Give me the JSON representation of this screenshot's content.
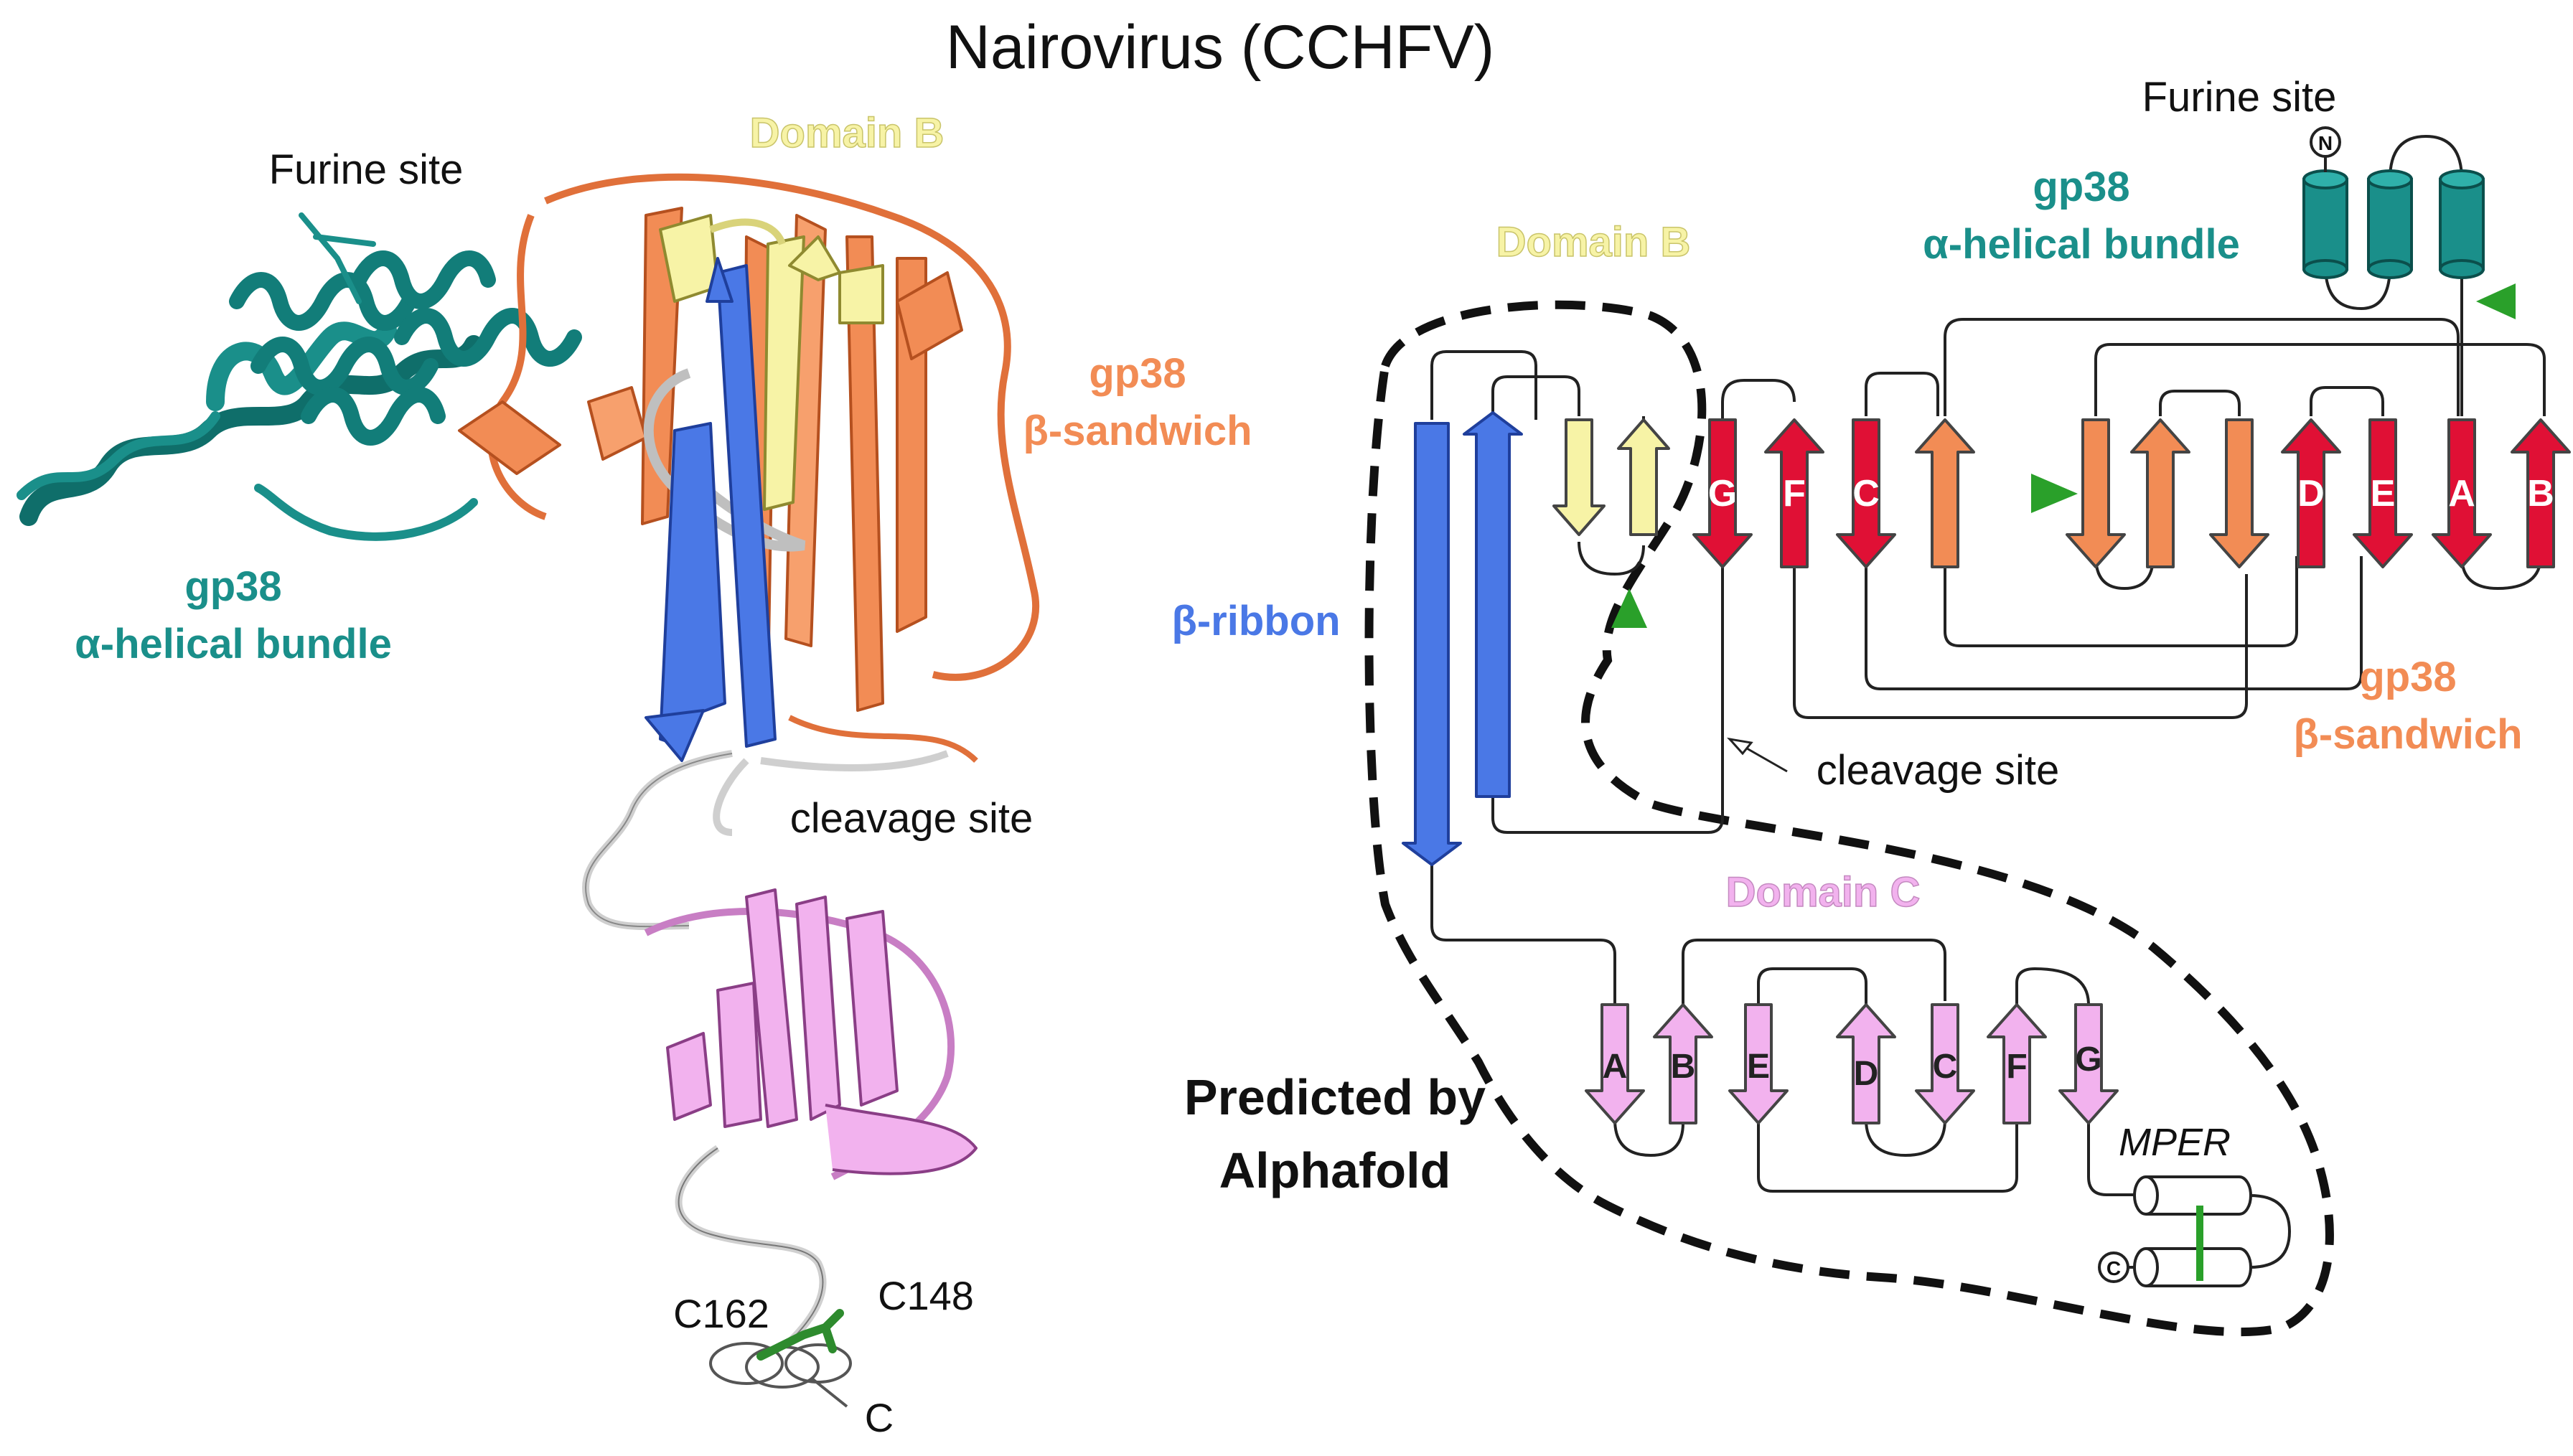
{
  "title": "Nairovirus (CCHFV)",
  "colors": {
    "teal": "#1a8f8a",
    "orange": "#f28c55",
    "yellow": "#f7f3a6",
    "blue": "#4a78e6",
    "red": "#e01035",
    "pink": "#f2b2ee",
    "white_coil": "#e6e6e6",
    "green_marker": "#2aa02a",
    "disulfide": "#2e8b2e"
  },
  "left_panel": {
    "furine_site": "Furine site",
    "domain_b": "Domain B",
    "gp38_sandwich": [
      "gp38",
      "β-sandwich"
    ],
    "gp38_helical": [
      "gp38",
      "α-helical bundle"
    ],
    "cleavage_site": "cleavage site",
    "c162": "C162",
    "c148": "C148",
    "c_term": "C"
  },
  "right_panel": {
    "furine_site": "Furine site",
    "n_term": "N",
    "c_term": "C",
    "domain_b": "Domain B",
    "gp38_helical": [
      "gp38",
      "α-helical bundle"
    ],
    "gp38_sandwich": [
      "gp38",
      "β-sandwich"
    ],
    "beta_ribbon": "β-ribbon",
    "cleavage_site": "cleavage site",
    "domain_c": "Domain C",
    "predicted": [
      "Predicted by",
      "Alphafold"
    ],
    "mper": "MPER",
    "gp38_strands": [
      "G",
      "F",
      "C",
      "D",
      "E",
      "A",
      "B"
    ],
    "domain_c_strands": [
      "A",
      "B",
      "E",
      "D",
      "C",
      "F",
      "G"
    ]
  }
}
